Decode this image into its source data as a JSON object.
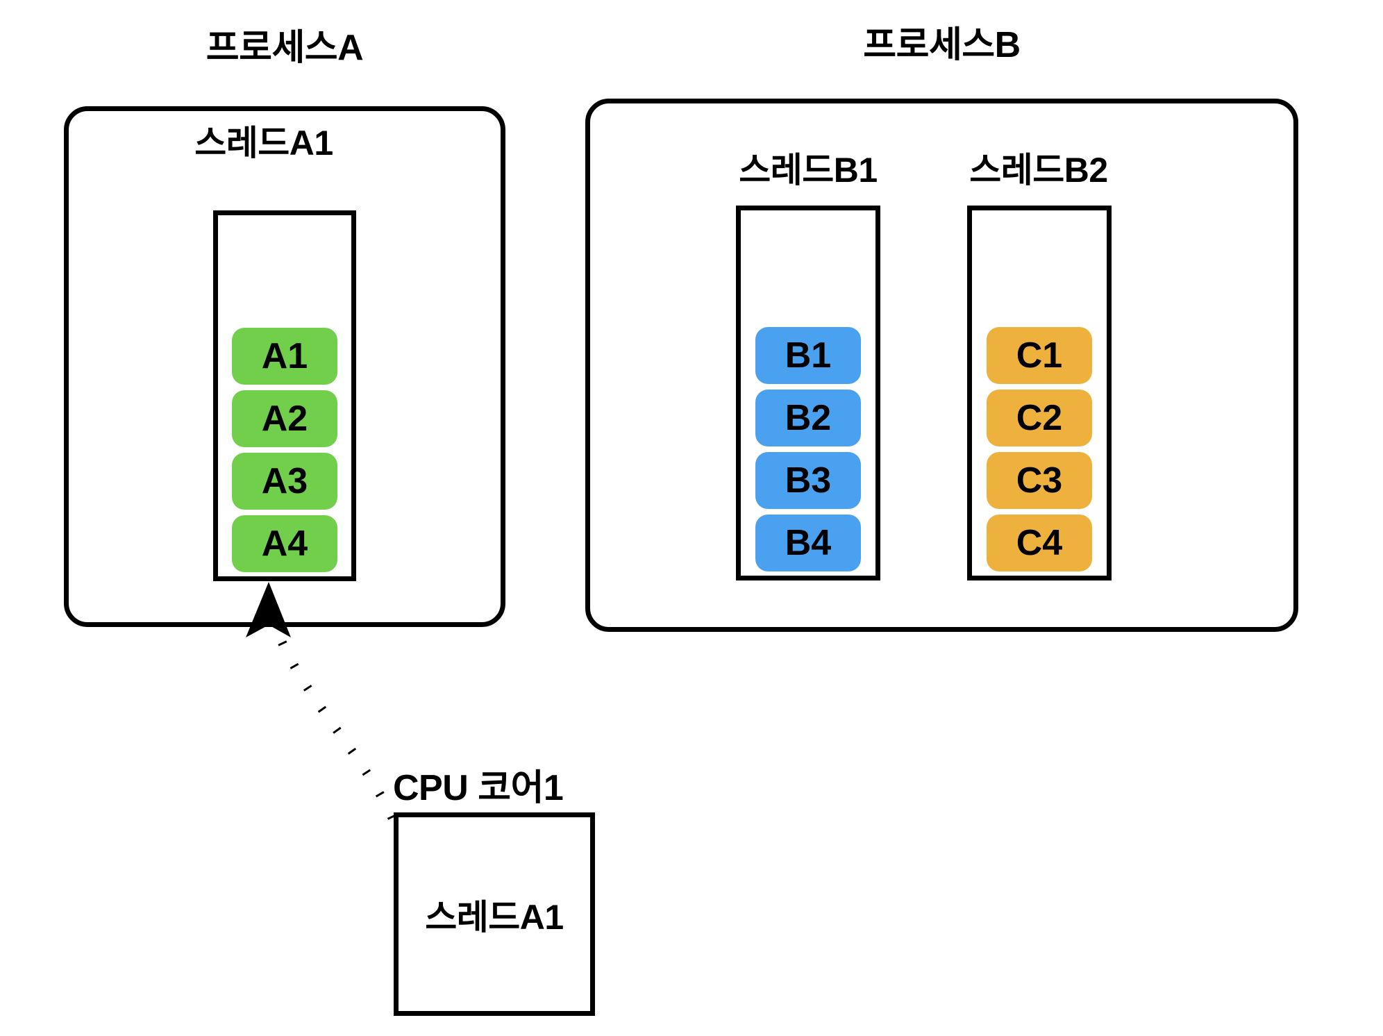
{
  "diagram": {
    "title_process_a": "프로세스A",
    "title_process_b": "프로세스B",
    "background_color": "#FFFFFF",
    "stroke_color": "#000000"
  },
  "processes": [
    {
      "id": "process-a",
      "label": "프로세스A",
      "threads": [
        {
          "id": "thread-a1",
          "label": "스레드A1",
          "chip_color": "#72CF4C",
          "tasks": [
            "A1",
            "A2",
            "A3",
            "A4"
          ]
        }
      ]
    },
    {
      "id": "process-b",
      "label": "프로세스B",
      "threads": [
        {
          "id": "thread-b1",
          "label": "스레드B1",
          "chip_color": "#4AA1F0",
          "tasks": [
            "B1",
            "B2",
            "B3",
            "B4"
          ]
        },
        {
          "id": "thread-b2",
          "label": "스레드B2",
          "chip_color": "#EFB13D",
          "tasks": [
            "C1",
            "C2",
            "C3",
            "C4"
          ]
        }
      ]
    }
  ],
  "cpu": {
    "caption": "CPU 코어1",
    "running_thread": "스레드A1"
  },
  "arrow": {
    "name": "dotted-dispatch-arrow",
    "from": "cpu-core-1",
    "to": "thread-a1-queue",
    "style": "dotted",
    "color": "#000000"
  }
}
